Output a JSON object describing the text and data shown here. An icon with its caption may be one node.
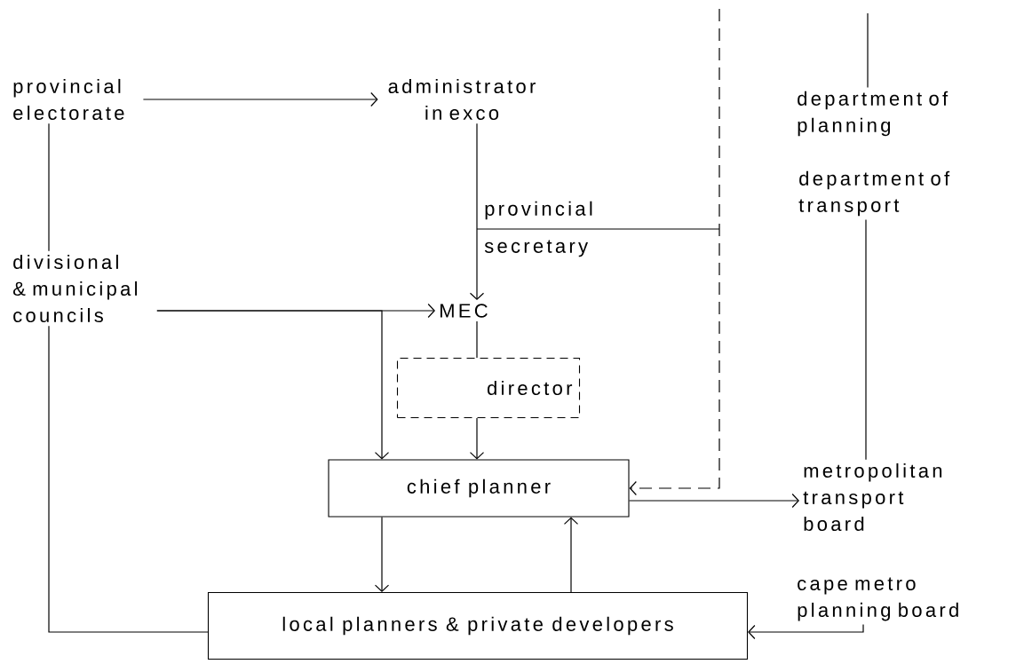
{
  "diagram": {
    "nodes": [
      {
        "text": [
          "provincial electorate"
        ]
      },
      {
        "text": [
          "administrator in exco"
        ]
      },
      {
        "text": [
          "department of planning"
        ]
      },
      {
        "text": [
          "department of transport"
        ]
      },
      {
        "text": [
          "provincial secretary"
        ]
      },
      {
        "text": [
          "divisional & municipal councils"
        ]
      },
      {
        "text": [
          "MEC"
        ]
      },
      {
        "text": [
          "director"
        ]
      },
      {
        "text": [
          "chief planner"
        ]
      },
      {
        "text": [
          "metropolitan transport board"
        ]
      },
      {
        "text": [
          "local planners & private developers"
        ]
      },
      {
        "text": [
          "cape metro planning board"
        ]
      }
    ],
    "edges": [
      {
        "from": 0,
        "to": 1,
        "arrow": "to"
      },
      {
        "from": 0,
        "to": 5,
        "arrow": "none"
      },
      {
        "from": 1,
        "to": 6,
        "arrow": "to"
      },
      {
        "from": 4,
        "to": null,
        "arrow": "none"
      },
      {
        "from": null,
        "to": 8,
        "arrow": "to",
        "style": "dashed"
      },
      {
        "from": null,
        "to": 2,
        "arrow": "none"
      },
      {
        "from": 3,
        "to": 9,
        "arrow": "none"
      },
      {
        "from": 5,
        "to": 6,
        "arrow": "to"
      },
      {
        "from": 5,
        "to": 8,
        "arrow": "to"
      },
      {
        "from": 6,
        "to": 7,
        "arrow": "none"
      },
      {
        "from": 7,
        "to": 8,
        "arrow": "to"
      },
      {
        "from": 5,
        "to": 10,
        "arrow": "none"
      },
      {
        "from": 8,
        "to": 10,
        "arrow": "to"
      },
      {
        "from": 10,
        "to": 8,
        "arrow": "to"
      },
      {
        "from": 8,
        "to": 9,
        "arrow": "to"
      },
      {
        "from": 11,
        "to": 10,
        "arrow": "to"
      }
    ]
  }
}
